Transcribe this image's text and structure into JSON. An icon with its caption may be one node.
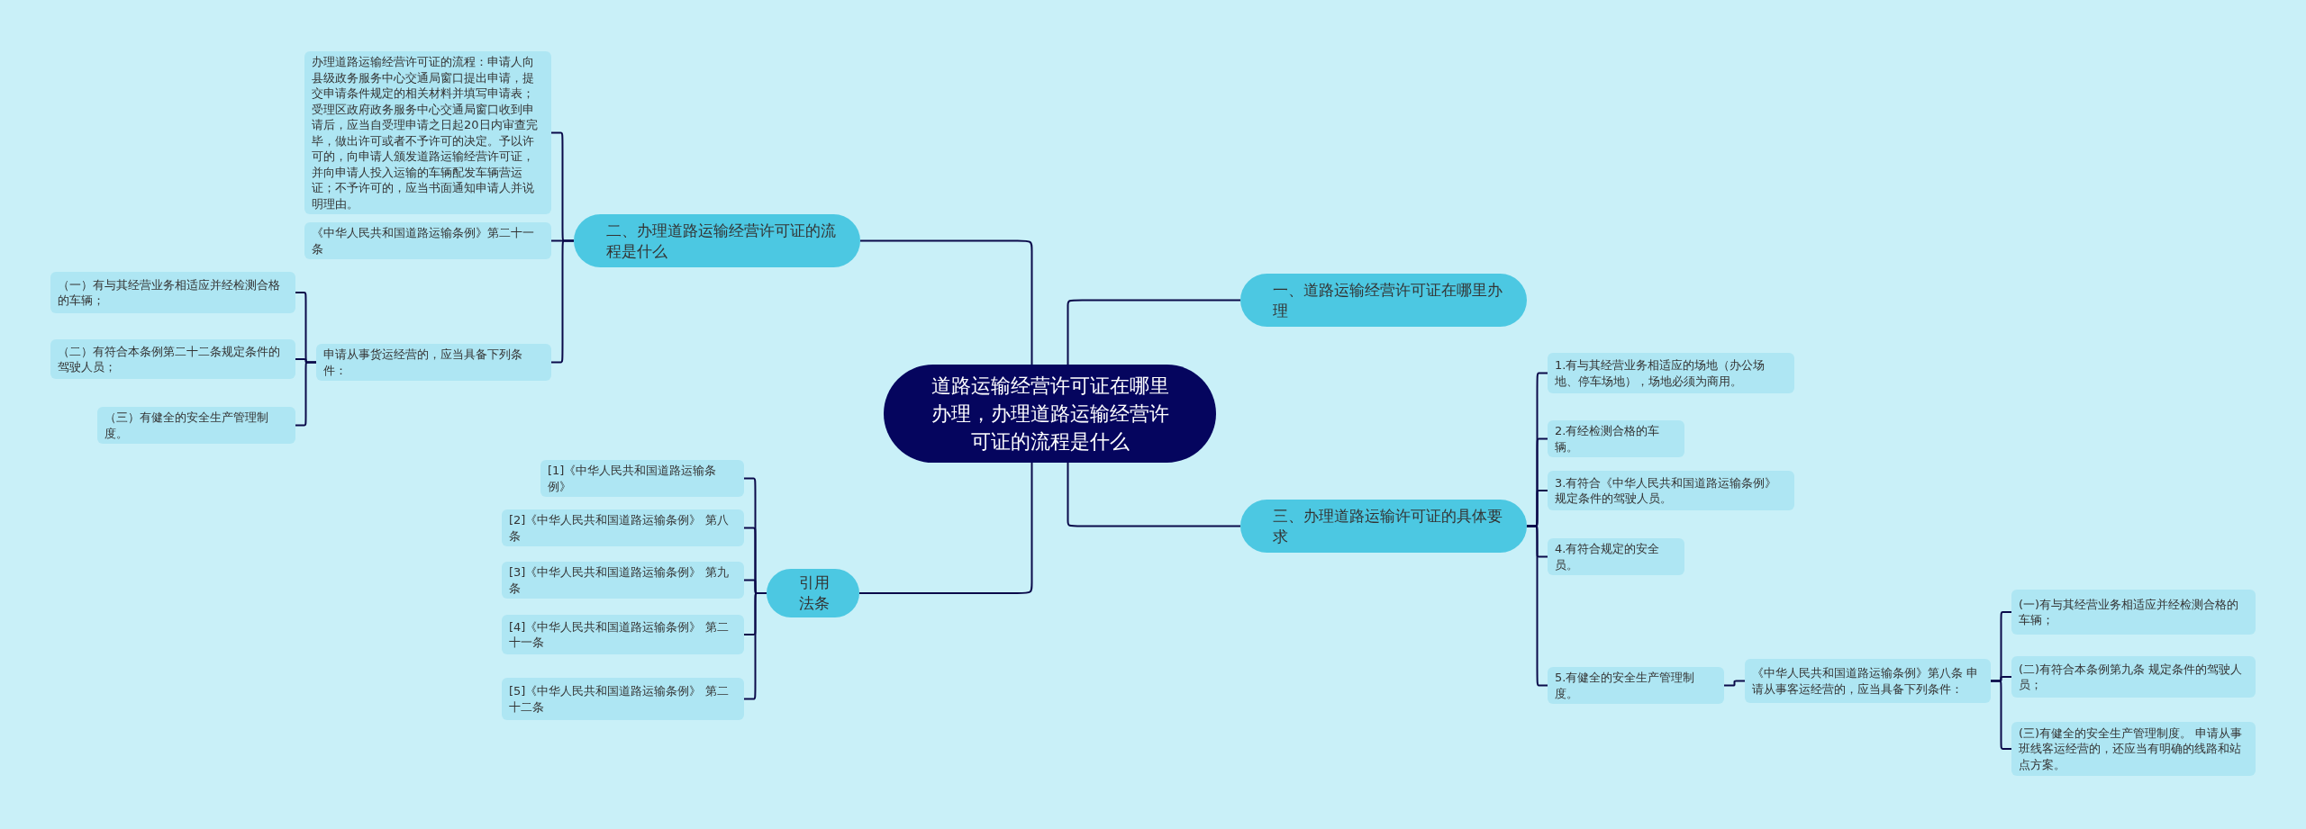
{
  "diagram": {
    "nodes": [
      {
        "text": [
          "道路运输经营许可证在哪里办理，办理道路运输经营许可证的流程是什么"
        ]
      },
      {
        "text": [
          "一、道路运输经营许可证在哪里办理"
        ]
      },
      {
        "text": [
          "二、办理道路运输经营许可证的流程是什么"
        ]
      },
      {
        "text": [
          "办理道路运输经营许可证的流程：申请人向县级政务服务中心交通局窗口提出申请，提交申请条件规定的相关材料并填写申请表；受理区政府政务服务中心交通局窗口收到申请后，应当自受理申请之日起20日内审查完毕，做出许可或者不予许可的决定。予以许可的，向申请人颁发道路运输经营许可证，并向申请人投入运输的车辆配发车辆营运证；不予许可的，应当书面通知申请人并说明理由。"
        ]
      },
      {
        "text": [
          "《中华人民共和国道路运输条例》第二十一条"
        ]
      },
      {
        "text": [
          "申请从事货运经营的，应当具备下列条件："
        ]
      },
      {
        "text": [
          "（一）有与其经营业务相适应并经检测合格的车辆；"
        ]
      },
      {
        "text": [
          "（二）有符合本条例第二十二条规定条件的驾驶人员；"
        ]
      },
      {
        "text": [
          "（三）有健全的安全生产管理制度。"
        ]
      },
      {
        "text": [
          "引用法条"
        ]
      },
      {
        "text": [
          "[1]《中华人民共和国道路运输条例》"
        ]
      },
      {
        "text": [
          "[2]《中华人民共和国道路运输条例》 第八条"
        ]
      },
      {
        "text": [
          "[3]《中华人民共和国道路运输条例》 第九条"
        ]
      },
      {
        "text": [
          "[4]《中华人民共和国道路运输条例》 第二十一条"
        ]
      },
      {
        "text": [
          "[5]《中华人民共和国道路运输条例》 第二十二条"
        ]
      },
      {
        "text": [
          "三、办理道路运输许可证的具体要求"
        ]
      },
      {
        "text": [
          "1.有与其经营业务相适应的场地（办公场地、停车场地），场地必须为商用。"
        ]
      },
      {
        "text": [
          "2.有经检测合格的车辆。"
        ]
      },
      {
        "text": [
          "3.有符合《中华人民共和国道路运输条例》规定条件的驾驶人员。"
        ]
      },
      {
        "text": [
          "4.有符合规定的安全员。"
        ]
      },
      {
        "text": [
          "5.有健全的安全生产管理制度。"
        ]
      },
      {
        "text": [
          "《中华人民共和国道路运输条例》第八条 申请从事客运经营的，应当具备下列条件："
        ]
      },
      {
        "text": [
          "(一)有与其经营业务相适应并经检测合格的车辆；"
        ]
      },
      {
        "text": [
          "(二)有符合本条例第九条 规定条件的驾驶人员；"
        ]
      },
      {
        "text": [
          "(三)有健全的安全生产管理制度。 申请从事班线客运经营的，还应当有明确的线路和站点方案。"
        ]
      }
    ],
    "edges": [
      {
        "from": 0,
        "to": 1,
        "arrow": "none"
      },
      {
        "from": 0,
        "to": 2,
        "arrow": "none"
      },
      {
        "from": 2,
        "to": 3,
        "arrow": "none"
      },
      {
        "from": 2,
        "to": 4,
        "arrow": "none"
      },
      {
        "from": 2,
        "to": 5,
        "arrow": "none"
      },
      {
        "from": 5,
        "to": 6,
        "arrow": "none"
      },
      {
        "from": 5,
        "to": 7,
        "arrow": "none"
      },
      {
        "from": 5,
        "to": 8,
        "arrow": "none"
      },
      {
        "from": 0,
        "to": 9,
        "arrow": "none"
      },
      {
        "from": 9,
        "to": 10,
        "arrow": "none"
      },
      {
        "from": 9,
        "to": 11,
        "arrow": "none"
      },
      {
        "from": 9,
        "to": 12,
        "arrow": "none"
      },
      {
        "from": 9,
        "to": 13,
        "arrow": "none"
      },
      {
        "from": 9,
        "to": 14,
        "arrow": "none"
      },
      {
        "from": 0,
        "to": 15,
        "arrow": "none"
      },
      {
        "from": 15,
        "to": 16,
        "arrow": "none"
      },
      {
        "from": 15,
        "to": 17,
        "arrow": "none"
      },
      {
        "from": 15,
        "to": 18,
        "arrow": "none"
      },
      {
        "from": 15,
        "to": 19,
        "arrow": "none"
      },
      {
        "from": 15,
        "to": 20,
        "arrow": "none"
      },
      {
        "from": 20,
        "to": 21,
        "arrow": "none"
      },
      {
        "from": 21,
        "to": 22,
        "arrow": "none"
      },
      {
        "from": 21,
        "to": 23,
        "arrow": "none"
      },
      {
        "from": 21,
        "to": 24,
        "arrow": "none"
      }
    ]
  }
}
